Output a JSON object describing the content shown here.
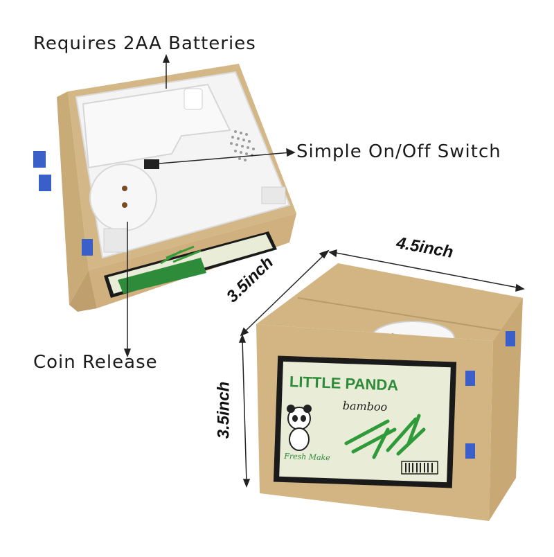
{
  "callouts": {
    "batteries": "Requires 2AA Batteries",
    "switch": "Simple On/Off Switch",
    "coin_release": "Coin Release"
  },
  "dimensions": {
    "width": "4.5inch",
    "depth": "3.5inch",
    "height": "3.5inch"
  },
  "box_label": {
    "title": "LITTLE PANDA",
    "subtitle": "bamboo",
    "tagline": "Fresh Make"
  },
  "colors": {
    "cardboard": "#d2b583",
    "cardboard_dark": "#b8986a",
    "label_green": "#2e8b3a",
    "label_bg": "#e9ecd6",
    "base_white": "#f5f5f5"
  }
}
